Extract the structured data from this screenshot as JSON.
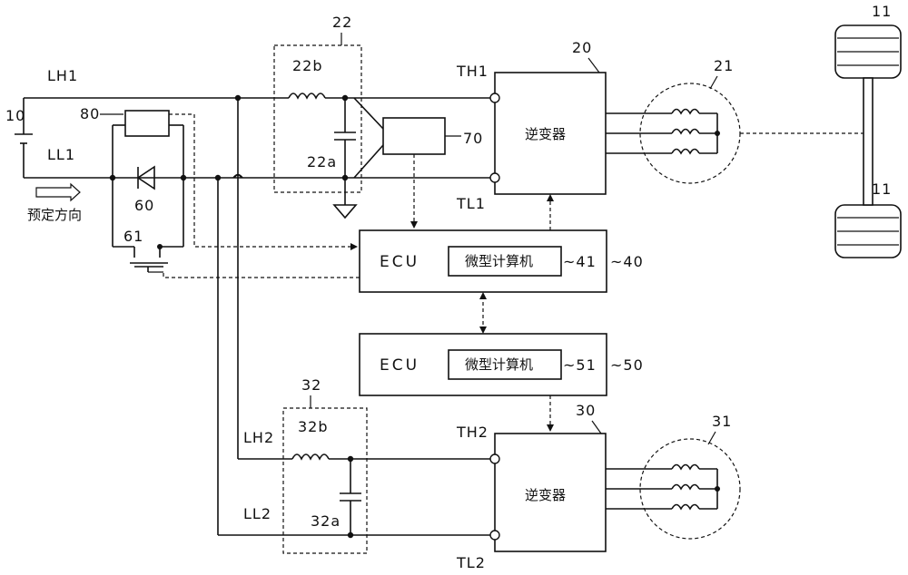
{
  "labels": {
    "lh1": "LH1",
    "ll1": "LL1",
    "lh2": "LH2",
    "ll2": "LL2",
    "th1": "TH1",
    "tl1": "TL1",
    "th2": "TH2",
    "tl2": "TL2",
    "n10": "10",
    "n11a": "11",
    "n11b": "11",
    "n20": "20",
    "n21": "21",
    "n22": "22",
    "n22a": "22a",
    "n22b": "22b",
    "n30": "30",
    "n31": "31",
    "n32": "32",
    "n32a": "32a",
    "n32b": "32b",
    "n40": "~40",
    "n41": "~41",
    "n50": "~50",
    "n51": "~51",
    "n60": "60",
    "n61": "61",
    "n70": "70",
    "n80": "80"
  },
  "blocks": {
    "inverter1": "逆变器",
    "inverter2": "逆变器",
    "ecu1": "ECU",
    "ecu2": "ECU",
    "micro1": "微型计算机",
    "micro2": "微型计算机"
  },
  "direction_text": "预定方向"
}
